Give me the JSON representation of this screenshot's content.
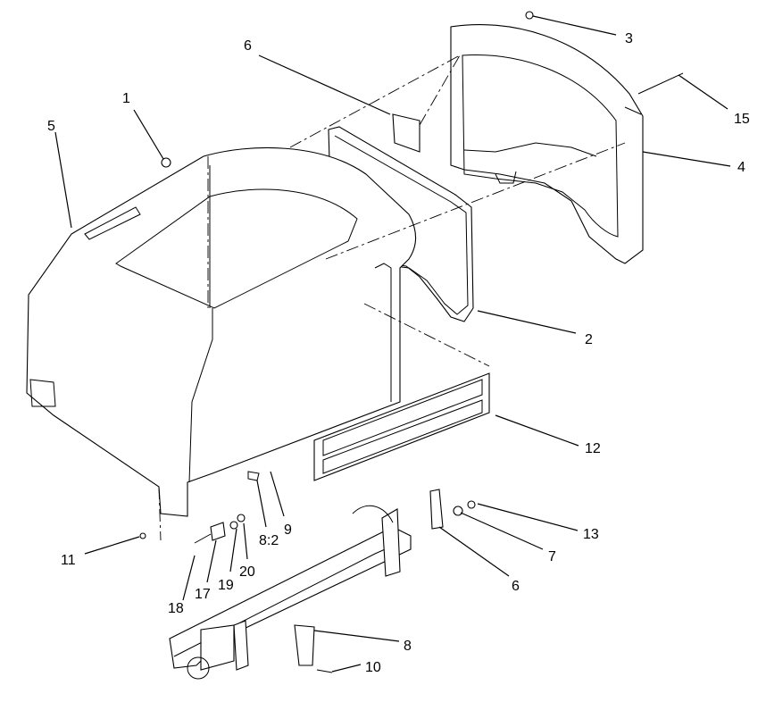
{
  "callouts": [
    "1",
    "2",
    "3",
    "4",
    "5",
    "6",
    "6",
    "7",
    "8",
    "8:2",
    "9",
    "10",
    "11",
    "12",
    "13",
    "15",
    "17",
    "18",
    "19",
    "20"
  ]
}
